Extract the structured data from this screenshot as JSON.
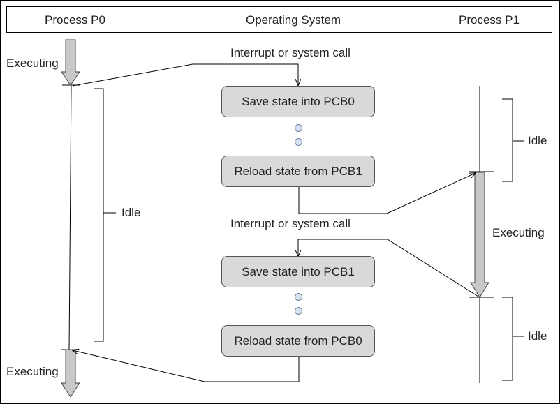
{
  "header": {
    "p0": "Process P0",
    "os": "Operating System",
    "p1": "Process P1"
  },
  "labels": {
    "interrupt_1": "Interrupt or system call",
    "interrupt_2": "Interrupt or system call",
    "p0_executing_top": "Executing",
    "p0_idle": "Idle",
    "p0_executing_bottom": "Executing",
    "p1_idle_top": "Idle",
    "p1_executing": "Executing",
    "p1_idle_bottom": "Idle"
  },
  "boxes": {
    "save_pcb0": "Save state into PCB0",
    "reload_pcb1": "Reload state from PCB1",
    "save_pcb1": "Save state into PCB1",
    "reload_pcb0": "Reload state from PCB0"
  },
  "colors": {
    "box_fill": "#d9d9d9",
    "box_border": "#555555",
    "arrow_fill": "#c8c8c8",
    "dot_fill": "#d4e2f2",
    "line": "#000000"
  }
}
